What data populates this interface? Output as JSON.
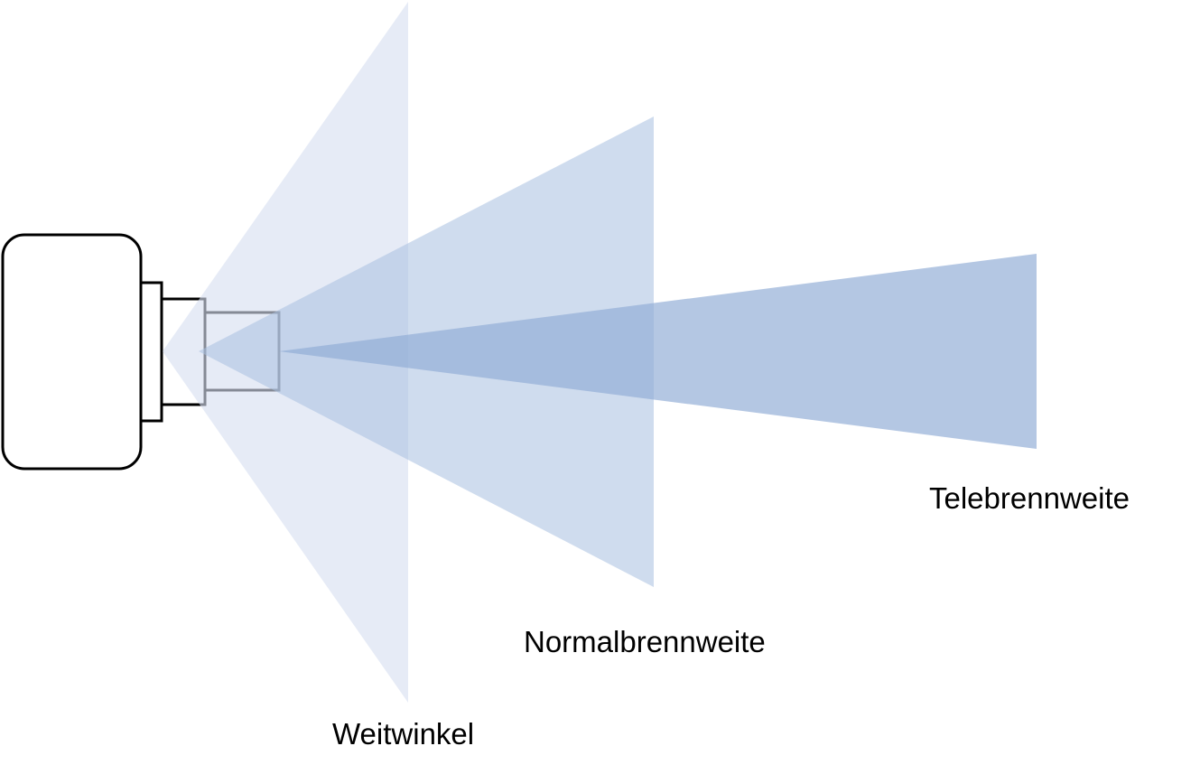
{
  "diagram": {
    "labels": {
      "wide_angle": "Weitwinkel",
      "normal": "Normalbrennweite",
      "tele": "Telebrennweite"
    },
    "colors": {
      "wide_angle_fill": "#e6ebf6",
      "normal_fill": "#b9cbe4",
      "tele_fill": "#9fb7d9",
      "camera_stroke": "#000000",
      "camera_fill": "#ffffff"
    }
  }
}
